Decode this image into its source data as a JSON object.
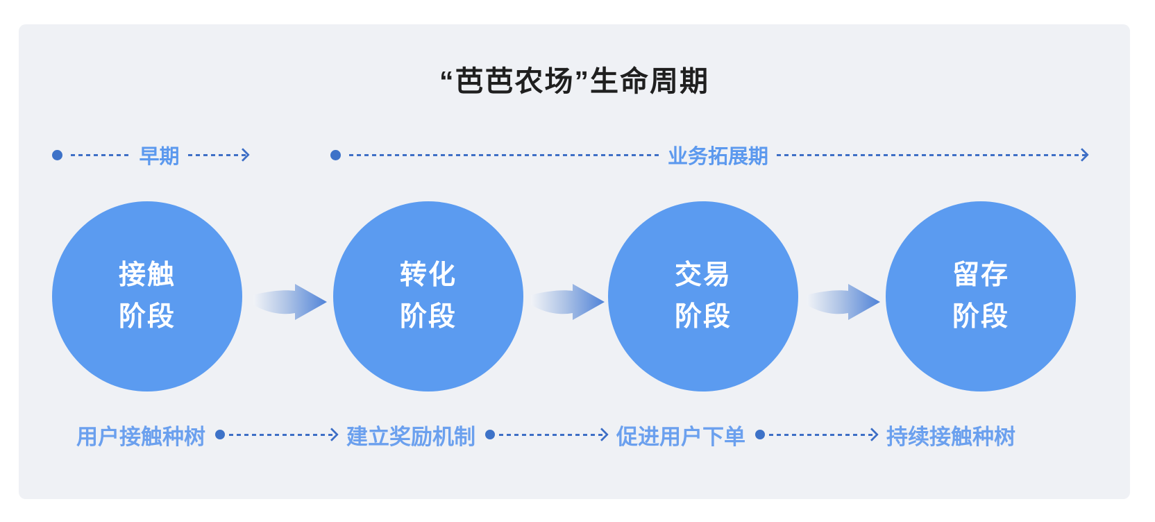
{
  "title": "“芭芭农场”生命周期",
  "phases": {
    "early": "早期",
    "expansion": "业务拓展期"
  },
  "stages": [
    {
      "line1": "接触",
      "line2": "阶段"
    },
    {
      "line1": "转化",
      "line2": "阶段"
    },
    {
      "line1": "交易",
      "line2": "阶段"
    },
    {
      "line1": "留存",
      "line2": "阶段"
    }
  ],
  "flow_steps": [
    "用户接触种树",
    "建立奖励机制",
    "促进用户下单",
    "持续接触种树"
  ],
  "colors": {
    "panel_bg": "#EFF1F5",
    "circle_blue": "#5B9BF0",
    "phase_label_blue": "#5C99EE",
    "flow_label_blue": "#6BA0EE",
    "dash_blue": "#3E6FC6",
    "dot_blue": "#3D72C8",
    "title_text": "#1F1F1F",
    "arrow_gradient_start": "#F1F3F7",
    "arrow_gradient_end": "#5083D8"
  }
}
